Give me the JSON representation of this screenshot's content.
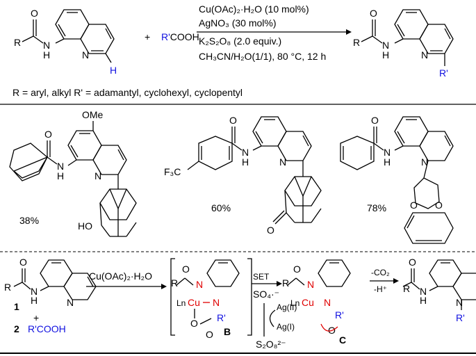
{
  "top_scheme": {
    "plus": "+",
    "reagent_r": "R'",
    "reagent_rest": "COOH",
    "conditions": {
      "line1": "Cu(OAc)₂·H₂O (10 mol%)",
      "line2": "AgNO₃ (30 mol%)",
      "line3": "K₂S₂O₈ (2.0 equiv.)",
      "line4": "CH₃CN/H₂O(1/1), 80 °C, 12 h"
    },
    "substituents": "R = aryl, alkyl  R' = adamantyl, cyclohexyl, cyclopentyl",
    "atoms": {
      "R": "R",
      "O": "O",
      "H": "H",
      "NH": "N",
      "N": "N",
      "Rprime": "R'"
    }
  },
  "examples": [
    {
      "yield": "38%",
      "labels": {
        "ome": "OMe",
        "ho": "HO",
        "o": "O",
        "h": "H",
        "n": "N"
      }
    },
    {
      "yield": "60%",
      "labels": {
        "cf3": "F₃C",
        "o": "O",
        "o2": "O",
        "h": "H",
        "n": "N"
      }
    },
    {
      "yield": "78%",
      "labels": {
        "o": "O",
        "o_ring1": "O",
        "o_ring2": "O",
        "h": "H",
        "n": "N"
      }
    }
  ],
  "mechanism": {
    "cmpd1": "1",
    "cmpd2": "2",
    "plus": "+",
    "reagent2": "R'COOH",
    "step1": "Cu(OAc)₂·H₂O",
    "int_B": "B",
    "int_C": "C",
    "set": "SET",
    "so4": "SO₄·⁻",
    "ag2": "Ag(II)",
    "ag1": "Ag(I)",
    "s2o8": "S₂O₈²⁻",
    "co2": "-CO₂",
    "hplus": "-H⁺",
    "lncu": "LnCu",
    "cu": "Cu",
    "ln": "Ln",
    "rprime": "R'"
  },
  "colors": {
    "accent_blue": "#1010e0",
    "accent_red": "#e00000"
  }
}
